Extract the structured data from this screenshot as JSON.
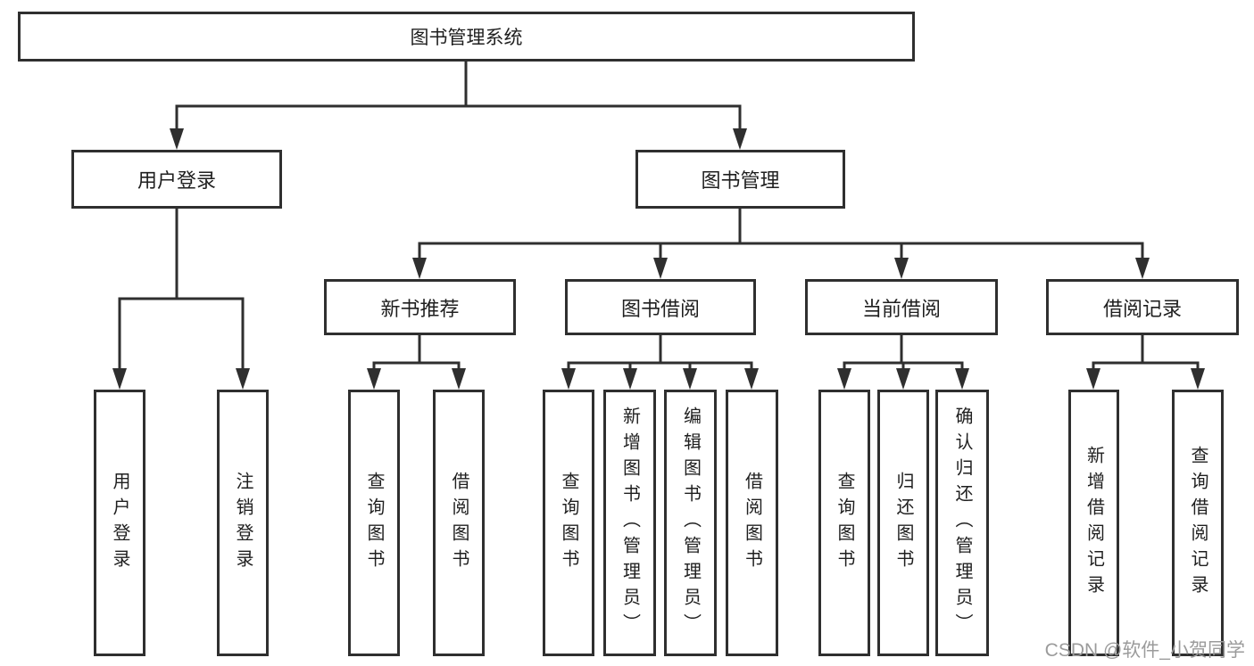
{
  "colors": {
    "line": "#2f2f2f",
    "text": "#1f1f1f",
    "box-bg": "#ffffff",
    "watermark": "#9b9b9b"
  },
  "tree": {
    "label": "图书管理系统",
    "children": [
      {
        "label": "用户登录",
        "children": [
          {
            "label": "用户登录"
          },
          {
            "label": "注销登录"
          }
        ]
      },
      {
        "label": "图书管理",
        "children": [
          {
            "label": "新书推荐",
            "children": [
              {
                "label": "查询图书"
              },
              {
                "label": "借阅图书"
              }
            ]
          },
          {
            "label": "图书借阅",
            "children": [
              {
                "label": "查询图书"
              },
              {
                "label": "新增图书（管理员）"
              },
              {
                "label": "编辑图书（管理员）"
              },
              {
                "label": "借阅图书"
              }
            ]
          },
          {
            "label": "当前借阅",
            "children": [
              {
                "label": "查询图书"
              },
              {
                "label": "归还图书"
              },
              {
                "label": "确认归还（管理员）"
              }
            ]
          },
          {
            "label": "借阅记录",
            "children": [
              {
                "label": "新增借阅记录"
              },
              {
                "label": "查询借阅记录"
              }
            ]
          }
        ]
      }
    ]
  },
  "watermark": {
    "text": "CSDN @软件_小贺同学"
  }
}
